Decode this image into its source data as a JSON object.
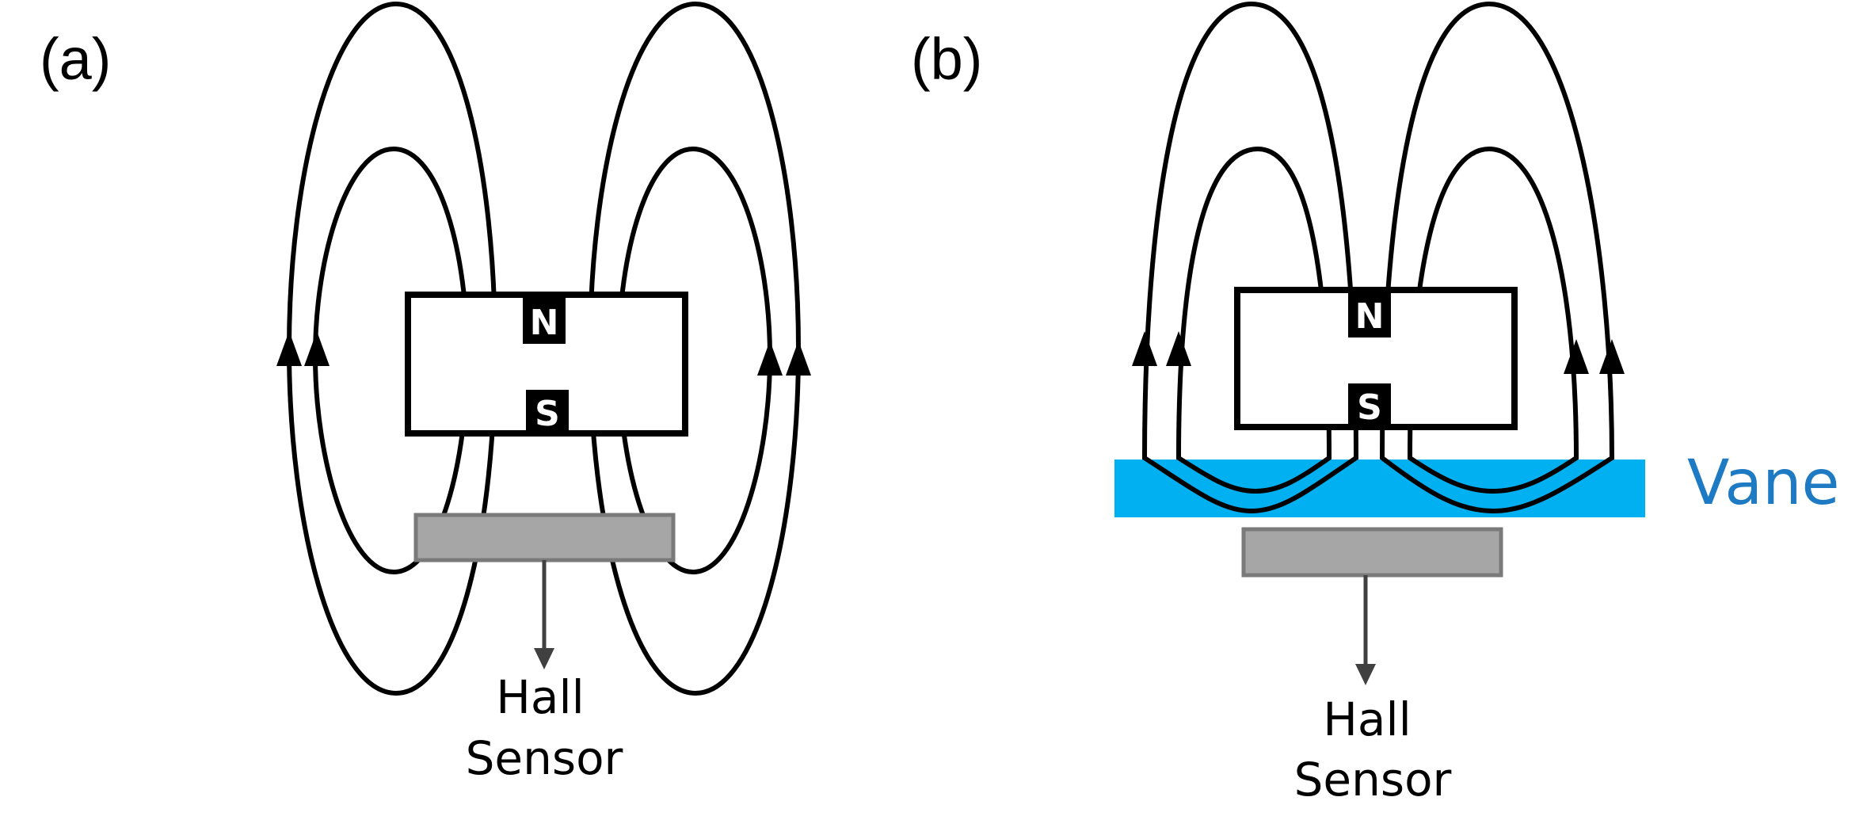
{
  "panels": [
    {
      "label": "(a)",
      "magnet": {
        "north": "N",
        "south": "S"
      },
      "sensor": {
        "line1": "Hall",
        "line2": "Sensor"
      }
    },
    {
      "label": "(b)",
      "magnet": {
        "north": "N",
        "south": "S"
      },
      "vane": "Vane",
      "sensor": {
        "line1": "Hall",
        "line2": "Sensor"
      }
    }
  ],
  "colors": {
    "vane": "#00b0f0",
    "vane_text": "#1f7ac4",
    "sensor": "#a6a6a6",
    "line": "#000000"
  }
}
